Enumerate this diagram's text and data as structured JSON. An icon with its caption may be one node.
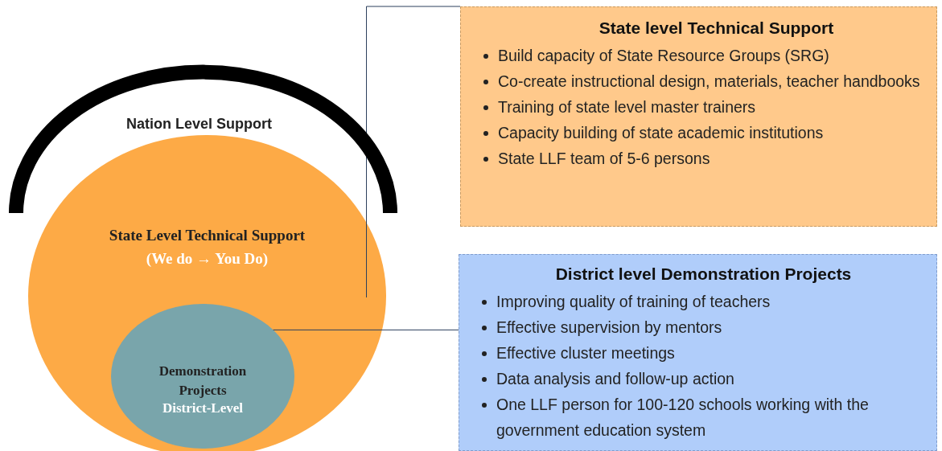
{
  "diagram": {
    "nodes": [
      {
        "text": [
          "Nation Level Support"
        ]
      },
      {
        "text": [
          "State Level Technical Support",
          "(We do → You Do)"
        ]
      },
      {
        "text": [
          "Demonstration Projects",
          "District-Level"
        ],
        "in": 1
      },
      {
        "text": [
          "State level Technical Support",
          "Build capacity of State Resource Groups (SRG)",
          "Co-create instructional design, materials, teacher handbooks",
          "Training of state level master trainers",
          "Capacity building of state academic institutions",
          "State LLF team of 5-6 persons"
        ]
      },
      {
        "text": [
          "District level Demonstration Projects",
          "Improving quality of training of teachers",
          "Effective supervision by mentors",
          "Effective cluster meetings",
          "Data analysis and follow-up action",
          "One LLF person for 100-120 schools working with the government education system"
        ]
      }
    ],
    "edges": [
      {
        "from": 1,
        "to": 3,
        "arrow": "none"
      },
      {
        "from": 2,
        "to": 4,
        "arrow": "none"
      }
    ]
  }
}
